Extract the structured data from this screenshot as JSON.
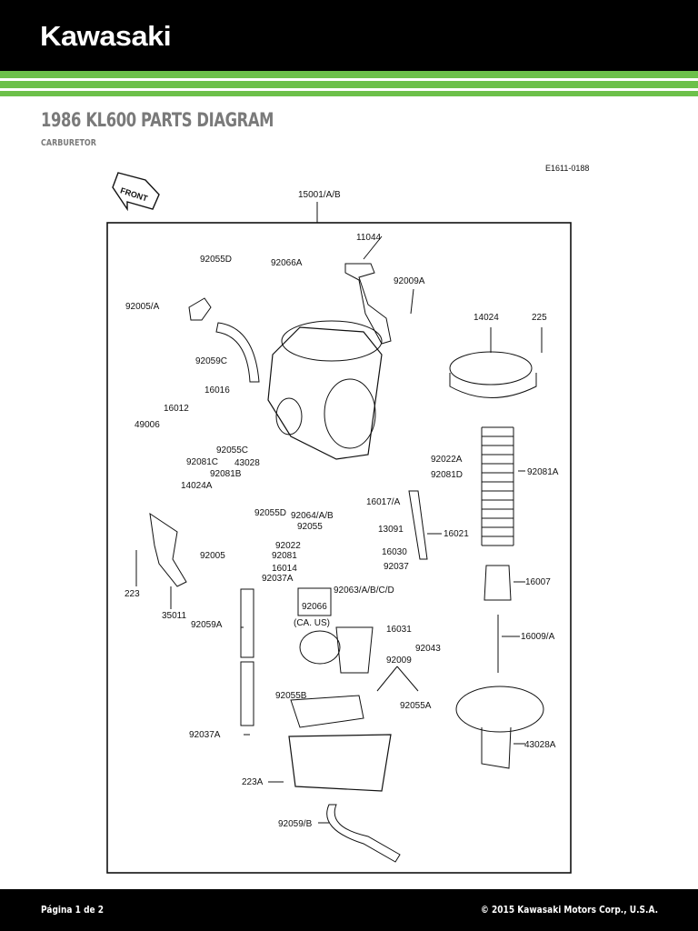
{
  "header": {
    "brand": "Kawasaki"
  },
  "colors": {
    "brand_green": "#6cc04a",
    "header_bg": "#000000",
    "title_gray": "#7a7a7a"
  },
  "document": {
    "title": "1986 KL600 PARTS DIAGRAM",
    "subtitle": "CARBURETOR"
  },
  "diagram": {
    "code": "E1611-0188",
    "front_label": "FRONT",
    "assembly": "15001/A/B",
    "parts": [
      "11044",
      "92055D",
      "92066A",
      "92009A",
      "92005/A",
      "14024",
      "225",
      "92059C",
      "16016",
      "16012",
      "49006",
      "92055C",
      "92022A",
      "92081C",
      "43028",
      "92081D",
      "92081B",
      "92081A",
      "14024A",
      "16017/A",
      "92064/A/B",
      "92055D",
      "92055",
      "13091",
      "16021",
      "92005",
      "92022",
      "92081",
      "16030",
      "16014",
      "92037",
      "92037A",
      "92063/A/B/C/D",
      "16007",
      "223",
      "35011",
      "92066",
      "(CA. US)",
      "16031",
      "92059A",
      "92043",
      "16009/A",
      "92009",
      "92055B",
      "92055A",
      "92037A",
      "43028A",
      "223A",
      "92059/B"
    ]
  },
  "footer": {
    "page": "Página 1 de 2",
    "copyright": "© 2015 Kawasaki Motors Corp., U.S.A."
  }
}
